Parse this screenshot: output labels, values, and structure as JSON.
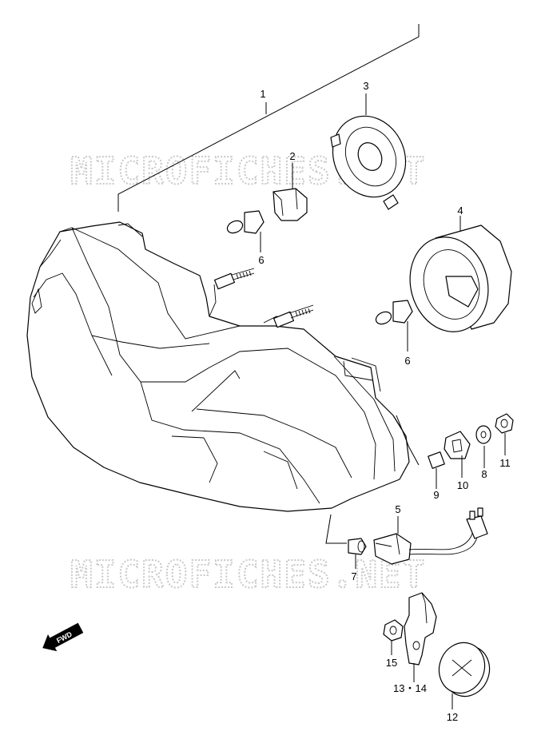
{
  "watermark": "MICROFICHES.NET",
  "fwd_label": "FWD",
  "labels": {
    "p1": "1",
    "p2": "2",
    "p3": "3",
    "p4": "4",
    "p5": "5",
    "p6a": "6",
    "p6b": "6",
    "p7": "7",
    "p8": "8",
    "p9": "9",
    "p10": "10",
    "p11": "11",
    "p12": "12",
    "p13_14": "13・14",
    "p15": "15"
  }
}
